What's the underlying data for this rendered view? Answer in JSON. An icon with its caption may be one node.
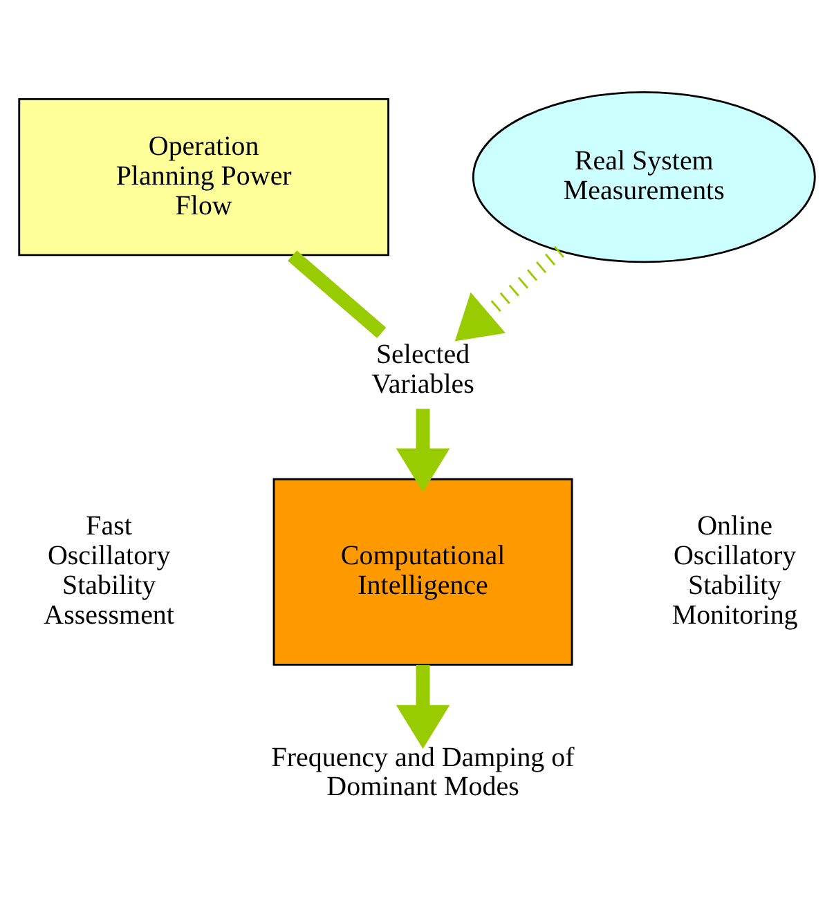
{
  "diagram": {
    "nodes": [
      {
        "text": [
          "Operation Planning Power Flow"
        ]
      },
      {
        "text": [
          "Real System Measurements"
        ]
      },
      {
        "text": [
          "Selected Variables"
        ]
      },
      {
        "text": [
          "Computational Intelligence"
        ]
      },
      {
        "text": [
          "Frequency and Damping of Dominant Modes"
        ]
      }
    ],
    "edges": [
      {
        "from": 0,
        "to": 2,
        "arrow": "none"
      },
      {
        "from": 1,
        "to": 2,
        "arrow": "to",
        "style": "dashed"
      },
      {
        "from": 2,
        "to": 3,
        "arrow": "to"
      },
      {
        "from": 3,
        "to": 4,
        "arrow": "to"
      }
    ],
    "labels": [
      "Fast Oscillatory Stability Assessment",
      "Online Oscillatory Stability Monitoring"
    ]
  }
}
